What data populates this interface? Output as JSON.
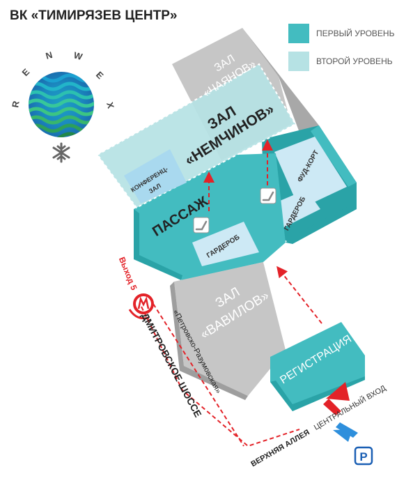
{
  "title": "ВК «ТИМИРЯЗЕВ ЦЕНТР»",
  "legend": [
    {
      "label": "ПЕРВЫЙ УРОВЕНЬ",
      "color": "#43bcc0"
    },
    {
      "label": "ВТОРОЙ УРОВЕНЬ",
      "color": "#b6e2e4"
    }
  ],
  "logo": {
    "letters": [
      "R",
      "E",
      "N",
      "W",
      "E",
      "X"
    ]
  },
  "halls": {
    "chayanov": {
      "line1": "ЗАЛ",
      "line2": "«ЧАЯНОВ»"
    },
    "nemchinov": {
      "line1": "ЗАЛ",
      "line2": "«НЕМЧИНОВ»"
    },
    "vavilov": {
      "line1": "ЗАЛ",
      "line2": "«ВАВИЛОВ»"
    }
  },
  "rooms": {
    "conference": {
      "line1": "КОНФЕРЕНЦ-",
      "line2": "ЗАЛ"
    },
    "food_court": "ФУД-КОРТ",
    "wardrobe_right": "ГАРДЕРОБ",
    "wardrobe_passage": "ГАРДЕРОБ",
    "passage": "ПАССАЖ",
    "registration": "РЕГИСТРАЦИЯ"
  },
  "metro": {
    "exit": "Выход 5",
    "station": "«Петровско-Разумовская»",
    "road": "ДМИТРОВСКОЕ ШОССЕ"
  },
  "entrance": {
    "alley": "ВЕРХНЯЯ АЛЛЕЯ",
    "central": "ЦЕНТРАЛЬНЫЙ ВХОД"
  },
  "parking": "P",
  "colors": {
    "gray": "#c6c6c6",
    "gray_dark": "#9e9e9e",
    "teal": "#43bcc0",
    "teal_dark": "#2aa3a7",
    "teal_light": "#b6e2e4",
    "light_blue": "#cde9f5",
    "red": "#e32228",
    "blue": "#2e8fdc"
  }
}
